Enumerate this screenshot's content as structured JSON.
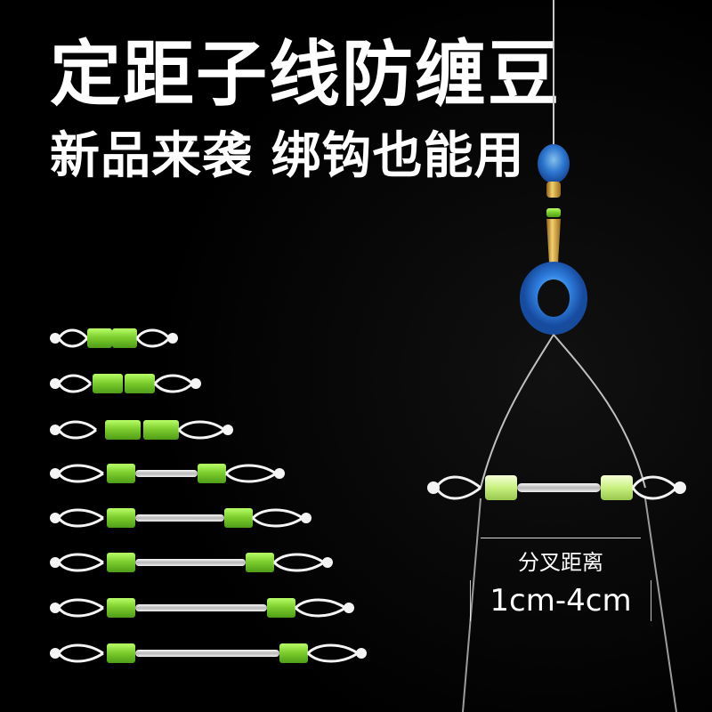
{
  "header": {
    "title": "定距子线防缠豆",
    "subtitle": "新品来袭 绑钩也能用"
  },
  "measurement": {
    "label": "分叉距离",
    "range": "1cm-4cm"
  },
  "colors": {
    "background": "#000000",
    "text": "#ffffff",
    "green_sleeve": "#7ecf2f",
    "blue_bead": "#2f7fe0",
    "gold_swivel": "#d3a43a"
  }
}
